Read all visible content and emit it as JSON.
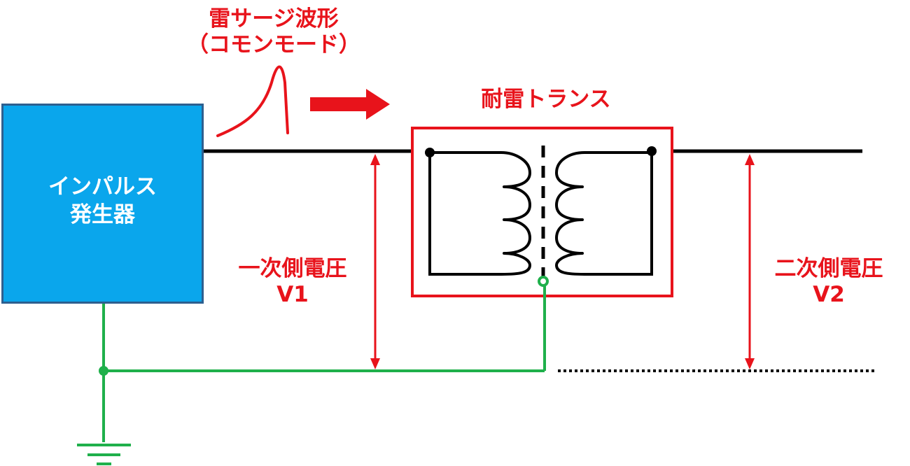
{
  "surge": {
    "title_line1": "雷サージ波形",
    "title_line2": "（コモンモード）"
  },
  "transformer": {
    "title": "耐雷トランス"
  },
  "generator": {
    "line1": "インパルス",
    "line2": "発生器"
  },
  "primary": {
    "line1": "一次側電圧",
    "line2": "V1"
  },
  "secondary": {
    "line1": "二次側電圧",
    "line2": "V2"
  },
  "colors": {
    "red": "#e8131b",
    "blue": "#0aa6ec",
    "green": "#1fb04b",
    "black": "#000000"
  }
}
